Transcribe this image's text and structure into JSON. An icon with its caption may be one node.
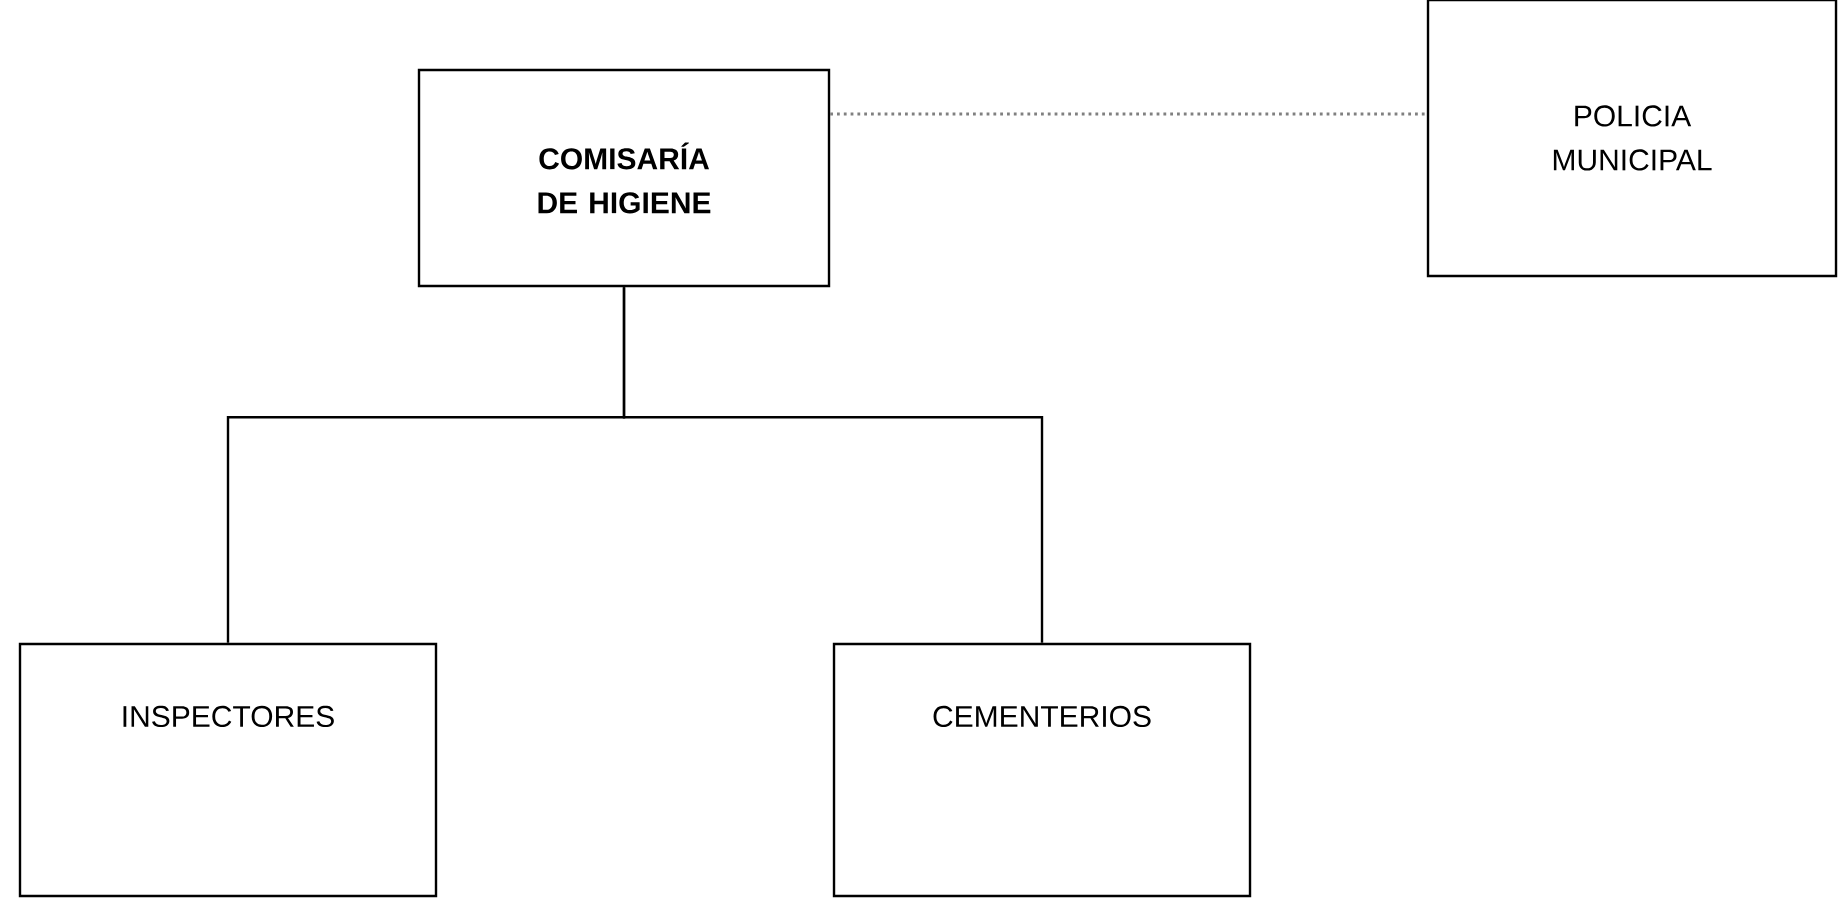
{
  "diagram": {
    "nodes": [
      {
        "text": [
          "COMISARÍA DE HIGIENE"
        ]
      },
      {
        "text": [
          "POLICIA MUNICIPAL"
        ]
      },
      {
        "text": [
          "INSPECTORES"
        ]
      },
      {
        "text": [
          "CEMENTERIOS"
        ]
      }
    ],
    "edges": [
      {
        "from": 0,
        "to": 1,
        "arrow": "none",
        "style": "dashed",
        "color": "#808080"
      },
      {
        "from": 0,
        "to": 2,
        "arrow": "none"
      },
      {
        "from": 0,
        "to": 3,
        "arrow": "none"
      }
    ]
  }
}
